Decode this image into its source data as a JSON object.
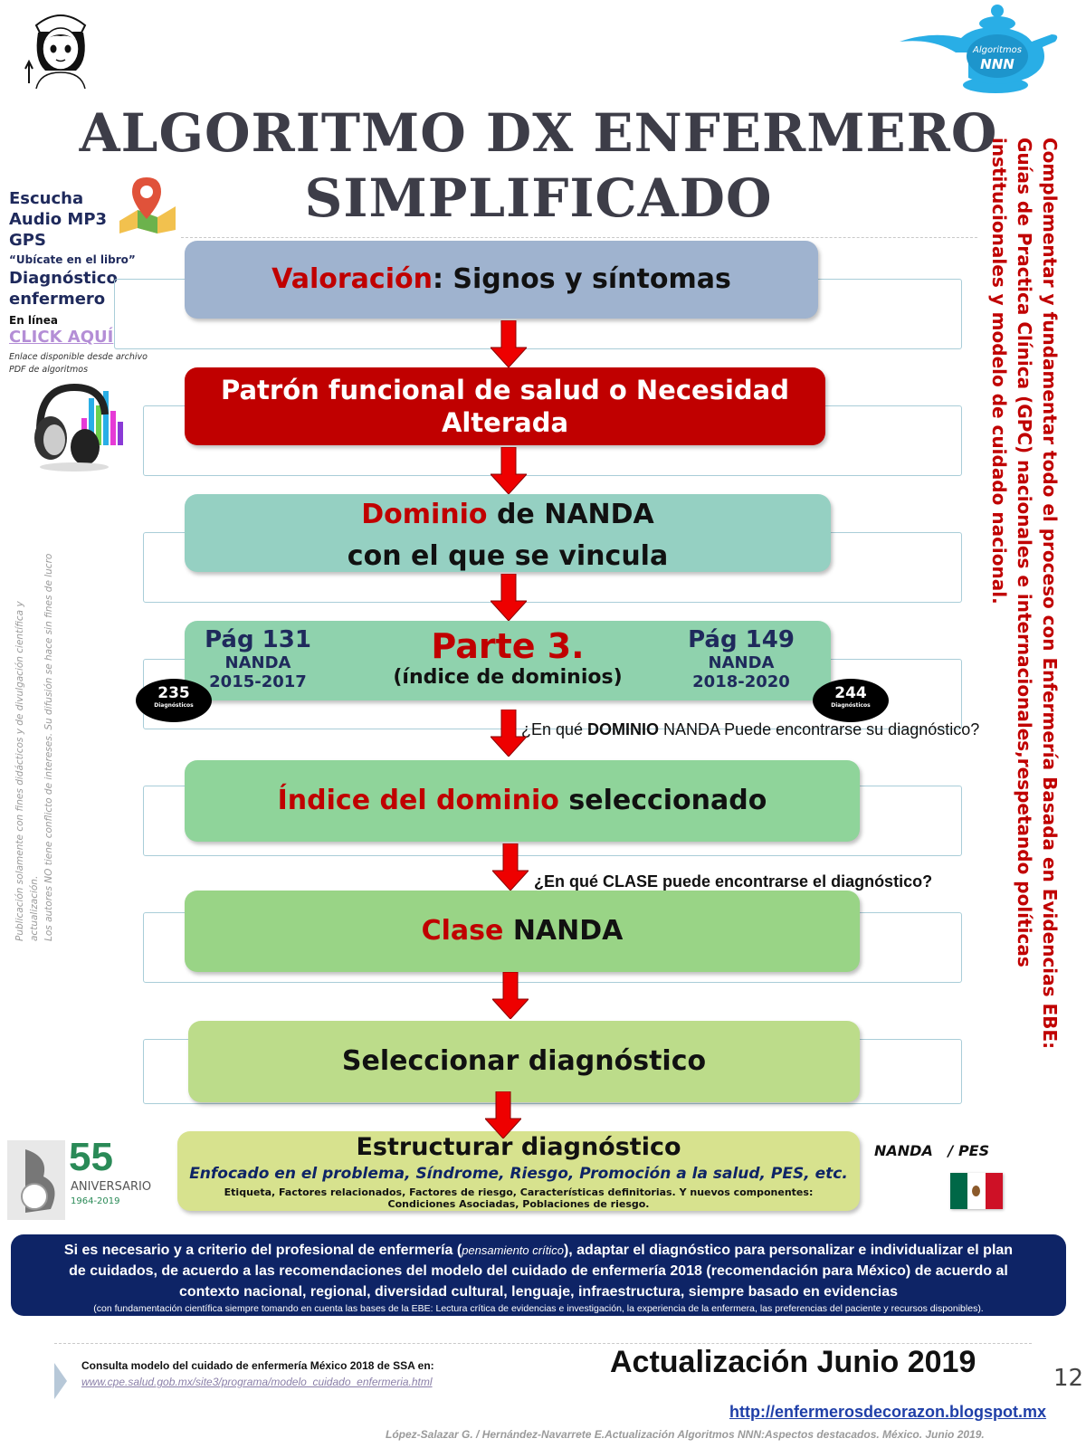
{
  "title": {
    "line1": "ALGORITMO DX ENFERMERO",
    "line2": "SIMPLIFICADO"
  },
  "logo": {
    "line1": "Algoritmos",
    "line2": "NNN"
  },
  "side": {
    "escucha": "Escucha",
    "audio": "Audio MP3",
    "gps": "GPS",
    "ubicate": "“Ubícate en el libro”",
    "diagnostico": "Diagnóstico",
    "enfermero": "enfermero",
    "en_linea": "En línea",
    "click": "CLICK AQUÍ",
    "enlace1": "Enlace disponible desde archivo",
    "enlace2": "PDF de algoritmos"
  },
  "disclaimer": {
    "line1": "Publicación solamente con fines didácticos y de divulgación científica y actualización.",
    "line2": "Los autores NO tiene conflicto de intereses. Su difusión se hace sin fines de lucro"
  },
  "right_vertical": {
    "line1": "Complementar y fundamentar todo el proceso con Enfermería Basada en Evidencias EBE:",
    "line2": "Guías de Practica Clínica (GPC) nacionales e internacionales,respetando políticas",
    "line3": "institucionales y modelo de cuidado nacional."
  },
  "steps": {
    "valoracion": {
      "red": "Valoración",
      "rest": ": Signos y síntomas"
    },
    "patron": {
      "line1": "Patrón funcional de salud o  Necesidad",
      "line2": "Alterada"
    },
    "dominio": {
      "red": "Dominio",
      "rest": " de NANDA",
      "line2": "con el que se vincula"
    },
    "parte": {
      "left_pag": "Pág 131",
      "left_nanda": "NANDA",
      "left_years": "2015-2017",
      "center": "Parte 3.",
      "center_sub": "(índice de dominios)",
      "right_pag": "Pág 149",
      "right_nanda": "NANDA",
      "right_years": "2018-2020",
      "bubble_left": "235",
      "bubble_right": "244",
      "bubble_sub": "Diagnósticos"
    },
    "q1": {
      "pre": "¿En qué ",
      "bold": "DOMINIO",
      "post": " NANDA Puede encontrarse su diagnóstico?"
    },
    "indice": {
      "red": "Índice del dominio",
      "rest": " seleccionado"
    },
    "q2": "¿En qué CLASE puede encontrarse el diagnóstico?",
    "clase": {
      "red": "Clase",
      "rest": " NANDA"
    },
    "seleccionar": "Seleccionar diagnóstico",
    "estructurar": {
      "title": "Estructurar diagnóstico",
      "subtitle": "Enfocado en el problema, Síndrome, Riesgo, Promoción a la salud, PES, etc.",
      "line1": "Etiqueta, Factores relacionados, Factores de riesgo, Características definitorias. Y nuevos componentes:",
      "line2": "Condiciones Asociadas, Poblaciones de riesgo."
    }
  },
  "nanda_pes": "NANDA   / PES",
  "anniversary": {
    "number": "55",
    "label": "ANIVERSARIO",
    "years": "1964-2019"
  },
  "critical": {
    "line1_pre": "Si es necesario y a criterio del profesional de enfermería (",
    "line1_it": "pensamiento crítico",
    "line1_post": "), adaptar el diagnóstico para personalizar e individualizar el plan",
    "line2": "de cuidados, de acuerdo a las recomendaciones del modelo del cuidado de enfermería 2018 (recomendación para México) de acuerdo al",
    "line3": "contexto nacional, regional, diversidad cultural, lenguaje, infraestructura, siempre basado en evidencias",
    "line4": "(con fundamentación científica siempre tomando en cuenta las bases de la EBE: Lectura crítica de evidencias e investigación, la experiencia de la enfermera, las preferencias del paciente y recursos disponibles)."
  },
  "footer": {
    "consulta": "Consulta modelo del cuidado de enfermería México 2018 de SSA en:",
    "link": "www.cpe.salud.gob.mx/site3/programa/modelo_cuidado_enfermeria.html",
    "actualizacion": "Actualización Junio 2019",
    "page": "12",
    "blog": "http://enfermerosdecorazon.blogspot.mx",
    "credit": "López-Salazar G. / Hernández-Navarrete E.Actualización Algoritmos NNN:Aspectos destacados. México. Junio 2019."
  },
  "colors": {
    "red": "#c00000",
    "navy": "#0e2466",
    "title": "#3d3d48"
  }
}
